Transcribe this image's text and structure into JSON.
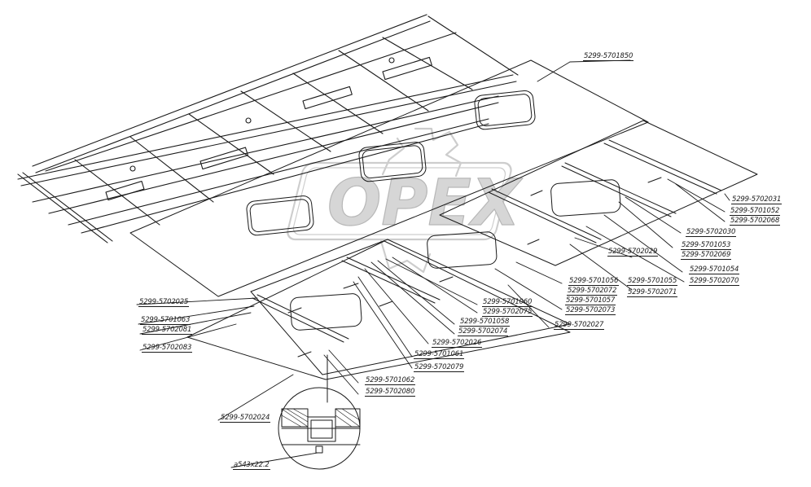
{
  "watermark": {
    "brand": "OPEX",
    "color": "#c8c8c8"
  },
  "part_numbers": {
    "p850": "5299-5701850",
    "p031": "5299-5702031",
    "p052": "5299-5701052",
    "p068": "5299-5702068",
    "p030": "5299-5702030",
    "p053": "5299-5701053",
    "p069": "5299-5702069",
    "p054": "5299-5701054",
    "p070": "5299-5702070",
    "p029": "5299-5702029",
    "p055": "5299-5701055",
    "p071": "5299-5702071",
    "p056": "5299-5701056",
    "p072": "5299-5702072",
    "p057": "5299-5701057",
    "p073": "5299-5702073",
    "p027": "5299-5702027",
    "p060": "5299-5701060",
    "p075": "5299-5702075",
    "p058": "5299-5701058",
    "p074": "5299-5702074",
    "p026": "5299-5702026",
    "p061": "5299-5701061",
    "p079": "5299-5702079",
    "p062": "5299-5701062",
    "p080": "5299-5702080",
    "p025": "5299-5702025",
    "p063": "5299-5701063",
    "p081": "5299-5702081",
    "p083": "5299-5702083",
    "p024": "5299-5702024",
    "rivet": "a543x22.2"
  }
}
